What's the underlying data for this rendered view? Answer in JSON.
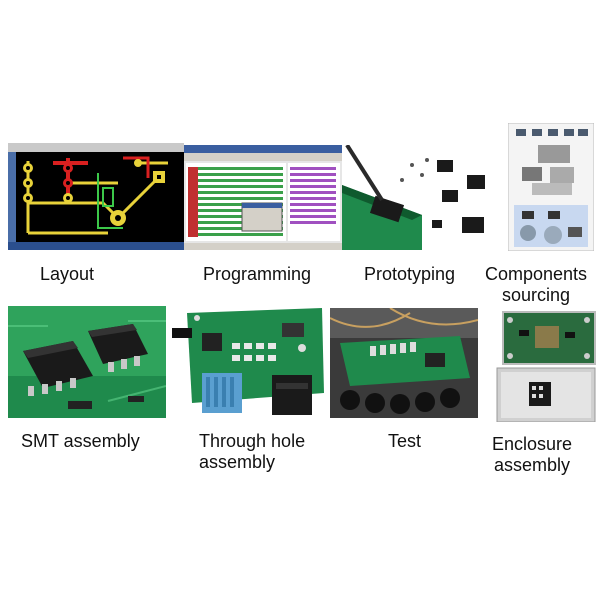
{
  "steps": [
    {
      "key": "layout",
      "label": "Layout",
      "lines": [
        "Layout"
      ]
    },
    {
      "key": "programming",
      "label": "Programming",
      "lines": [
        "Programming"
      ]
    },
    {
      "key": "prototyping",
      "label": "Prototyping",
      "lines": [
        "Prototyping"
      ]
    },
    {
      "key": "components",
      "label": "Components sourcing",
      "lines": [
        "Components",
        "sourcing"
      ]
    },
    {
      "key": "smt",
      "label": "SMT assembly",
      "lines": [
        "SMT assembly"
      ]
    },
    {
      "key": "through-hole",
      "label": "Through hole assembly",
      "lines": [
        "Through hole",
        "assembly"
      ]
    },
    {
      "key": "test",
      "label": "Test",
      "lines": [
        "Test"
      ]
    },
    {
      "key": "enclosure",
      "label": "Enclosure assembly",
      "lines": [
        "Enclosure",
        "assembly"
      ]
    }
  ],
  "colors": {
    "pcb_green": "#1f8a4c",
    "pcb_dark": "#0f5a2e",
    "trace_yellow": "#e8d23a",
    "pad_red": "#d92020",
    "chip_black": "#1a1a1a",
    "screen_bg": "#000000"
  }
}
